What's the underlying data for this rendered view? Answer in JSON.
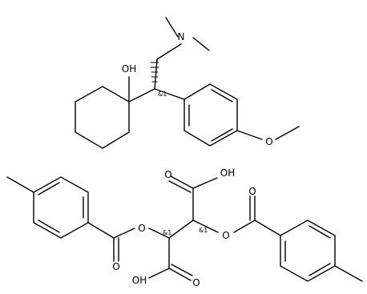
{
  "atom_labels": {
    "n_dimethyl": "N",
    "oh_cyclohexyl": "OH",
    "o_methoxy": "O",
    "oh_acid_top": "OH",
    "oh_acid_bottom": "OH",
    "o_ester_left": "O",
    "o_ester_right": "O",
    "o_carbonyl_acid_top": "O",
    "o_carbonyl_acid_bottom": "O",
    "o_carbonyl_ester_left": "O",
    "o_carbonyl_ester_right": "O"
  },
  "stereo_labels": {
    "venlafaxine_center": "&1",
    "tartrate_left": "&1",
    "tartrate_right": "&1"
  },
  "colors": {
    "bond": "#000000",
    "background": "#ffffff"
  }
}
